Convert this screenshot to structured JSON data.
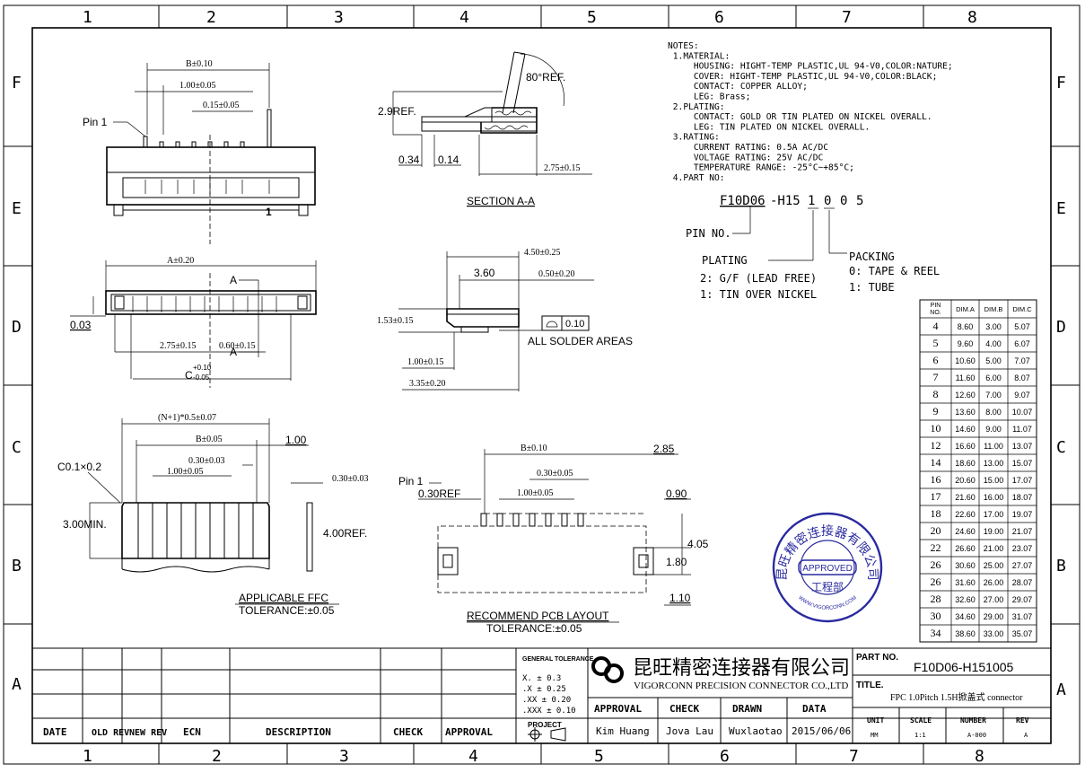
{
  "grid": {
    "cols": [
      "1",
      "2",
      "3",
      "4",
      "5",
      "6",
      "7",
      "8"
    ],
    "rows": [
      "F",
      "E",
      "D",
      "C",
      "B",
      "A"
    ]
  },
  "top_view": {
    "dim_b": "B±0.10",
    "pitch": "1.00±0.05",
    "pin_w": "0.15±0.05",
    "pin1": "Pin 1",
    "mark": "1"
  },
  "section_view": {
    "angle": "80°REF.",
    "height": "2.9REF.",
    "d1": "0.34",
    "d2": "0.14",
    "d3": "2.75±0.15",
    "title": "SECTION A-A"
  },
  "front_view": {
    "dim_a": "A±0.20",
    "section_mark": "A",
    "coplanar": "0.03",
    "d1": "2.75±0.15",
    "d2": "0.60±0.15",
    "dim_c": "C",
    "dim_c_plus": "+0.10",
    "dim_c_minus": "-0.05"
  },
  "side_view": {
    "d1": "4.50±0.25",
    "d2": "3.60",
    "d3": "0.50±0.20",
    "d4": "1.53±0.15",
    "tol": "0.10",
    "solder_note": "ALL SOLDER AREAS",
    "d5": "1.00±0.15",
    "d6": "3.35±0.20"
  },
  "ffc": {
    "total": "(N+1)*0.5±0.07",
    "dim_b": "B±0.05",
    "d100": "1.00",
    "chamfer": "C0.1×0.2",
    "w": "0.30±0.03",
    "pitch": "1.00±0.05",
    "thick": "0.30±0.03",
    "min": "3.00MIN.",
    "ref": "4.00REF.",
    "title": "APPLICABLE FFC",
    "tol": "TOLERANCE:±0.05"
  },
  "pcb": {
    "dim_b": "B±0.10",
    "d285": "2.85",
    "w": "0.30±0.05",
    "pin1": "Pin 1",
    "ref": "0.30REF",
    "pitch": "1.00±0.05",
    "d090": "0.90",
    "d405": "4.05",
    "d180": "1.80",
    "d110": "1.10",
    "title": "RECOMMEND PCB LAYOUT",
    "tol": "TOLERANCE:±0.05"
  },
  "notes": {
    "lines": [
      "NOTES:",
      " 1.MATERIAL:",
      "     HOUSING: HIGHT-TEMP PLASTIC,UL 94-V0,COLOR:NATURE;",
      "     COVER: HIGHT-TEMP PLASTIC,UL 94-V0,COLOR:BLACK;",
      "     CONTACT: COPPER ALLOY;",
      "     LEG: Brass;",
      " 2.PLATING:",
      "     CONTACT: GOLD OR TIN PLATED ON NICKEL OVERALL.",
      "     LEG: TIN PLATED ON NICKEL OVERALL.",
      " 3.RATING:",
      "     CURRENT RATING: 0.5A AC/DC",
      "     VOLTAGE RATING: 25V AC/DC",
      "     TEMPERATURE RANGE: -25°C~+85°C;",
      " 4.PART NO:"
    ]
  },
  "part_code": {
    "parts": [
      "F10D06",
      "-H15",
      "1",
      "0",
      "0",
      "5"
    ],
    "pin_no": "PIN NO.",
    "plating_title": "PLATING",
    "plating_1": "2: G/F (LEAD FREE)",
    "plating_2": "1: TIN OVER NICKEL",
    "packing_title": "PACKING",
    "packing_1": "0: TAPE & REEL",
    "packing_2": "1: TUBE"
  },
  "dim_table": {
    "headers": [
      "PIN NO.",
      "DIM.A",
      "DIM.B",
      "DIM.C"
    ],
    "rows": [
      [
        "4",
        "8.60",
        "3.00",
        "5.07"
      ],
      [
        "5",
        "9.60",
        "4.00",
        "6.07"
      ],
      [
        "6",
        "10.60",
        "5.00",
        "7.07"
      ],
      [
        "7",
        "11.60",
        "6.00",
        "8.07"
      ],
      [
        "8",
        "12.60",
        "7.00",
        "9.07"
      ],
      [
        "9",
        "13.60",
        "8.00",
        "10.07"
      ],
      [
        "10",
        "14.60",
        "9.00",
        "11.07"
      ],
      [
        "12",
        "16.60",
        "11.00",
        "13.07"
      ],
      [
        "14",
        "18.60",
        "13.00",
        "15.07"
      ],
      [
        "16",
        "20.60",
        "15.00",
        "17.07"
      ],
      [
        "17",
        "21.60",
        "16.00",
        "18.07"
      ],
      [
        "18",
        "22.60",
        "17.00",
        "19.07"
      ],
      [
        "20",
        "24.60",
        "19.00",
        "21.07"
      ],
      [
        "22",
        "26.60",
        "21.00",
        "23.07"
      ],
      [
        "26",
        "30.60",
        "25.00",
        "27.07"
      ],
      [
        "26",
        "31.60",
        "26.00",
        "28.07"
      ],
      [
        "28",
        "32.60",
        "27.00",
        "29.07"
      ],
      [
        "30",
        "34.60",
        "29.00",
        "31.07"
      ],
      [
        "34",
        "38.60",
        "33.00",
        "35.07"
      ]
    ]
  },
  "stamp": {
    "company_cn": "昆旺精密连接器有限公司",
    "approved": "APPROVED",
    "dept": "工程部",
    "web": "WWW.VIGORCONN.COM"
  },
  "title_block": {
    "rev_headers": [
      "DATE",
      "OLD REV",
      "NEW REV",
      "ECN",
      "DESCRIPTION",
      "CHECK",
      "APPROVAL"
    ],
    "general_tol_title": "GENERAL TOLERANCE",
    "tol_lines": [
      "X.  ±  0.3",
      ".X  ±  0.25",
      ".XX  ±  0.20",
      ".XXX  ±  0.10"
    ],
    "project": "PROJECT",
    "company_cn": "昆旺精密连接器有限公司",
    "company_en": "VIGORCONN PRECISION CONNECTOR CO.,LTD",
    "sign_headers": [
      "APPROVAL",
      "CHECK",
      "DRAWN",
      "DATA"
    ],
    "sign_values": [
      "Kim Huang",
      "Jova Lau",
      "Wuxlaotao",
      "2015/06/06"
    ],
    "part_no_label": "PART NO.",
    "part_no": "F10D06-H151005",
    "title_label": "TITLE.",
    "title": "FPC 1.0Pitch 1.5H掀盖式 connector",
    "info_headers": [
      "UNIT",
      "SCALE",
      "NUMBER",
      "REV"
    ],
    "info_values": [
      "MM",
      "1:1",
      "A-000",
      "A"
    ]
  }
}
